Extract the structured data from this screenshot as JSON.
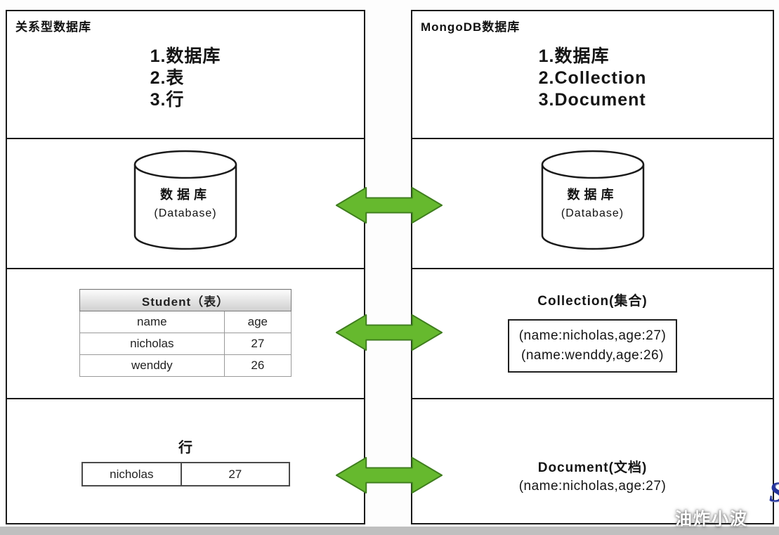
{
  "left_panel": {
    "title": "关系型数据库",
    "levels": [
      "1.数据库",
      "2.表",
      "3.行"
    ],
    "database": {
      "label_cn": "数据库",
      "label_en": "(Database)"
    },
    "table": {
      "title": "Student（表）",
      "headers": [
        "name",
        "age"
      ],
      "rows": [
        [
          "nicholas",
          "27"
        ],
        [
          "wenddy",
          "26"
        ]
      ]
    },
    "row_section": {
      "title": "行",
      "cells": [
        "nicholas",
        "27"
      ]
    }
  },
  "right_panel": {
    "title": "MongoDB数据库",
    "levels": [
      "1.数据库",
      "2.Collection",
      "3.Document"
    ],
    "database": {
      "label_cn": "数据库",
      "label_en": "(Database)"
    },
    "collection": {
      "title": "Collection(集合)",
      "docs": [
        "(name:nicholas,age:27)",
        "(name:wenddy,age:26)"
      ]
    },
    "document": {
      "title": "Document(文档)",
      "content": "(name:nicholas,age:27)"
    }
  },
  "watermark": "油炸小波",
  "logo": "S",
  "colors": {
    "arrow_fill": "#66b92e",
    "arrow_stroke": "#3e7d1d",
    "panel_border": "#1a1a1a"
  }
}
